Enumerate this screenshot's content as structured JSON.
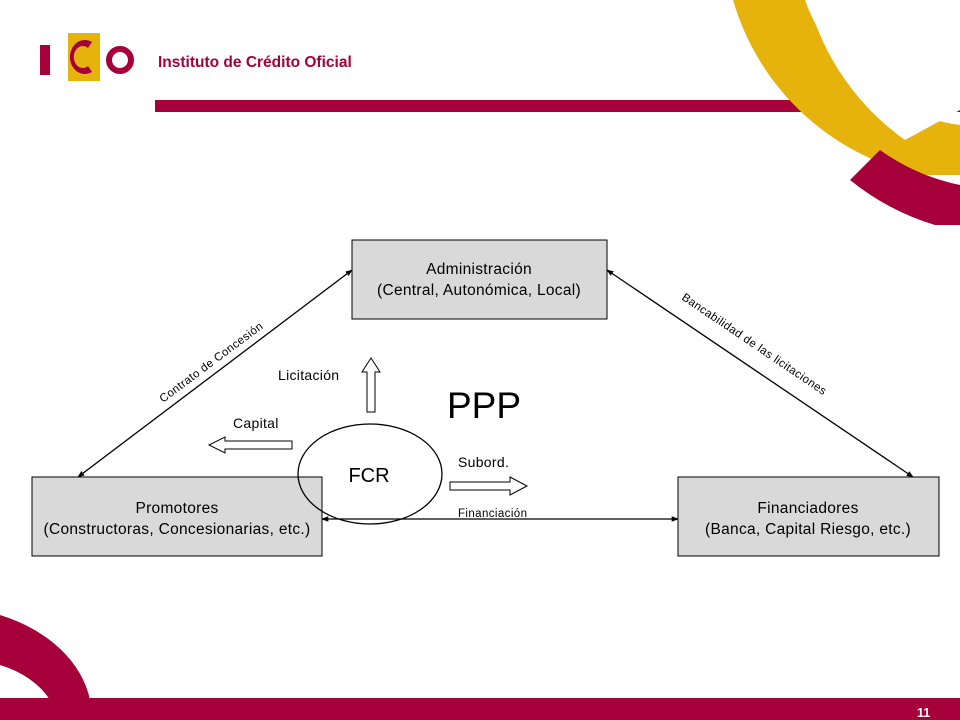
{
  "branding": {
    "org_name": "Instituto de Crédito Oficial",
    "colors": {
      "crimson": "#a5003a",
      "gold": "#e6b20c",
      "box_fill": "#d9d9d9"
    }
  },
  "diagram": {
    "title": "PPP",
    "center_label": "FCR",
    "boxes": {
      "administracion": {
        "line1": "Administración",
        "line2": "(Central, Autonómica, Local)"
      },
      "promotores": {
        "line1": "Promotores",
        "line2": "(Constructoras, Concesionarias, etc.)"
      },
      "financiadores": {
        "line1": "Financiadores",
        "line2": "(Banca, Capital Riesgo, etc.)"
      }
    },
    "edge_labels": {
      "contrato": "Contrato de Concesión",
      "bancabilidad": "Bancabilidad de las licitaciones",
      "financiacion": "Financiación"
    },
    "flow_labels": {
      "licitacion": "Licitación",
      "capital": "Capital",
      "subord": "Subord."
    }
  },
  "footer": {
    "page_number": "11"
  }
}
